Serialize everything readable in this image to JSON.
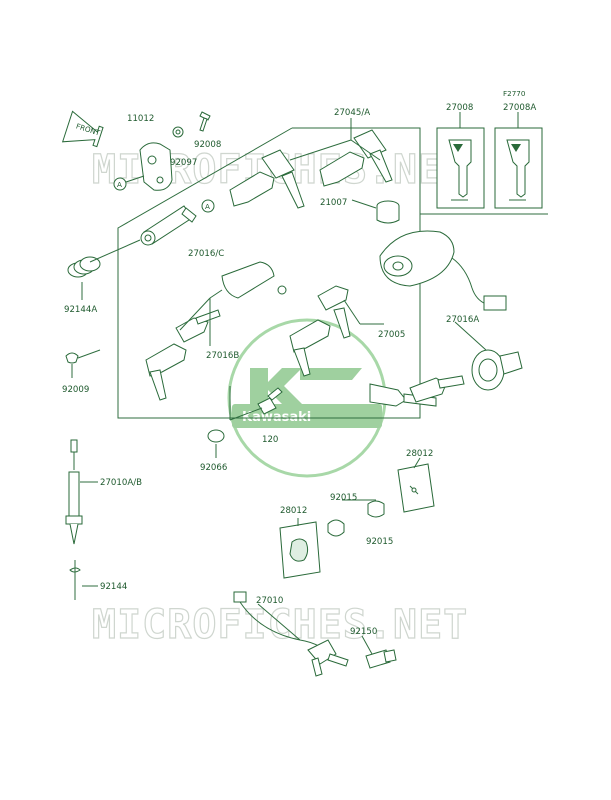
{
  "figure_code": "F2770",
  "front_label": "FRONT",
  "ref_label_a": "A",
  "watermark_text": "MICROFICHES.NET",
  "logo_text": "Kawasaki",
  "colors": {
    "line": "#2f6e3f",
    "label": "#1f5a2e",
    "watermark": "#cfd6cf",
    "logo": "#9fd09f"
  },
  "parts": {
    "p11012": "11012",
    "p92008": "92008",
    "p92097": "92097",
    "p27045A": "27045/A",
    "p27008": "27008",
    "p27008A": "27008A",
    "p21007": "21007",
    "p27016C": "27016/C",
    "p92144A": "92144A",
    "p27005": "27005",
    "p27016A": "27016A",
    "p27016B": "27016B",
    "p92009": "92009",
    "p120": "120",
    "p92066": "92066",
    "p28012a": "28012",
    "p28012b": "28012",
    "p92015a": "92015",
    "p92015b": "92015",
    "p27010AB": "27010A/B",
    "p92144": "92144",
    "p27010": "27010",
    "p92150": "92150"
  }
}
